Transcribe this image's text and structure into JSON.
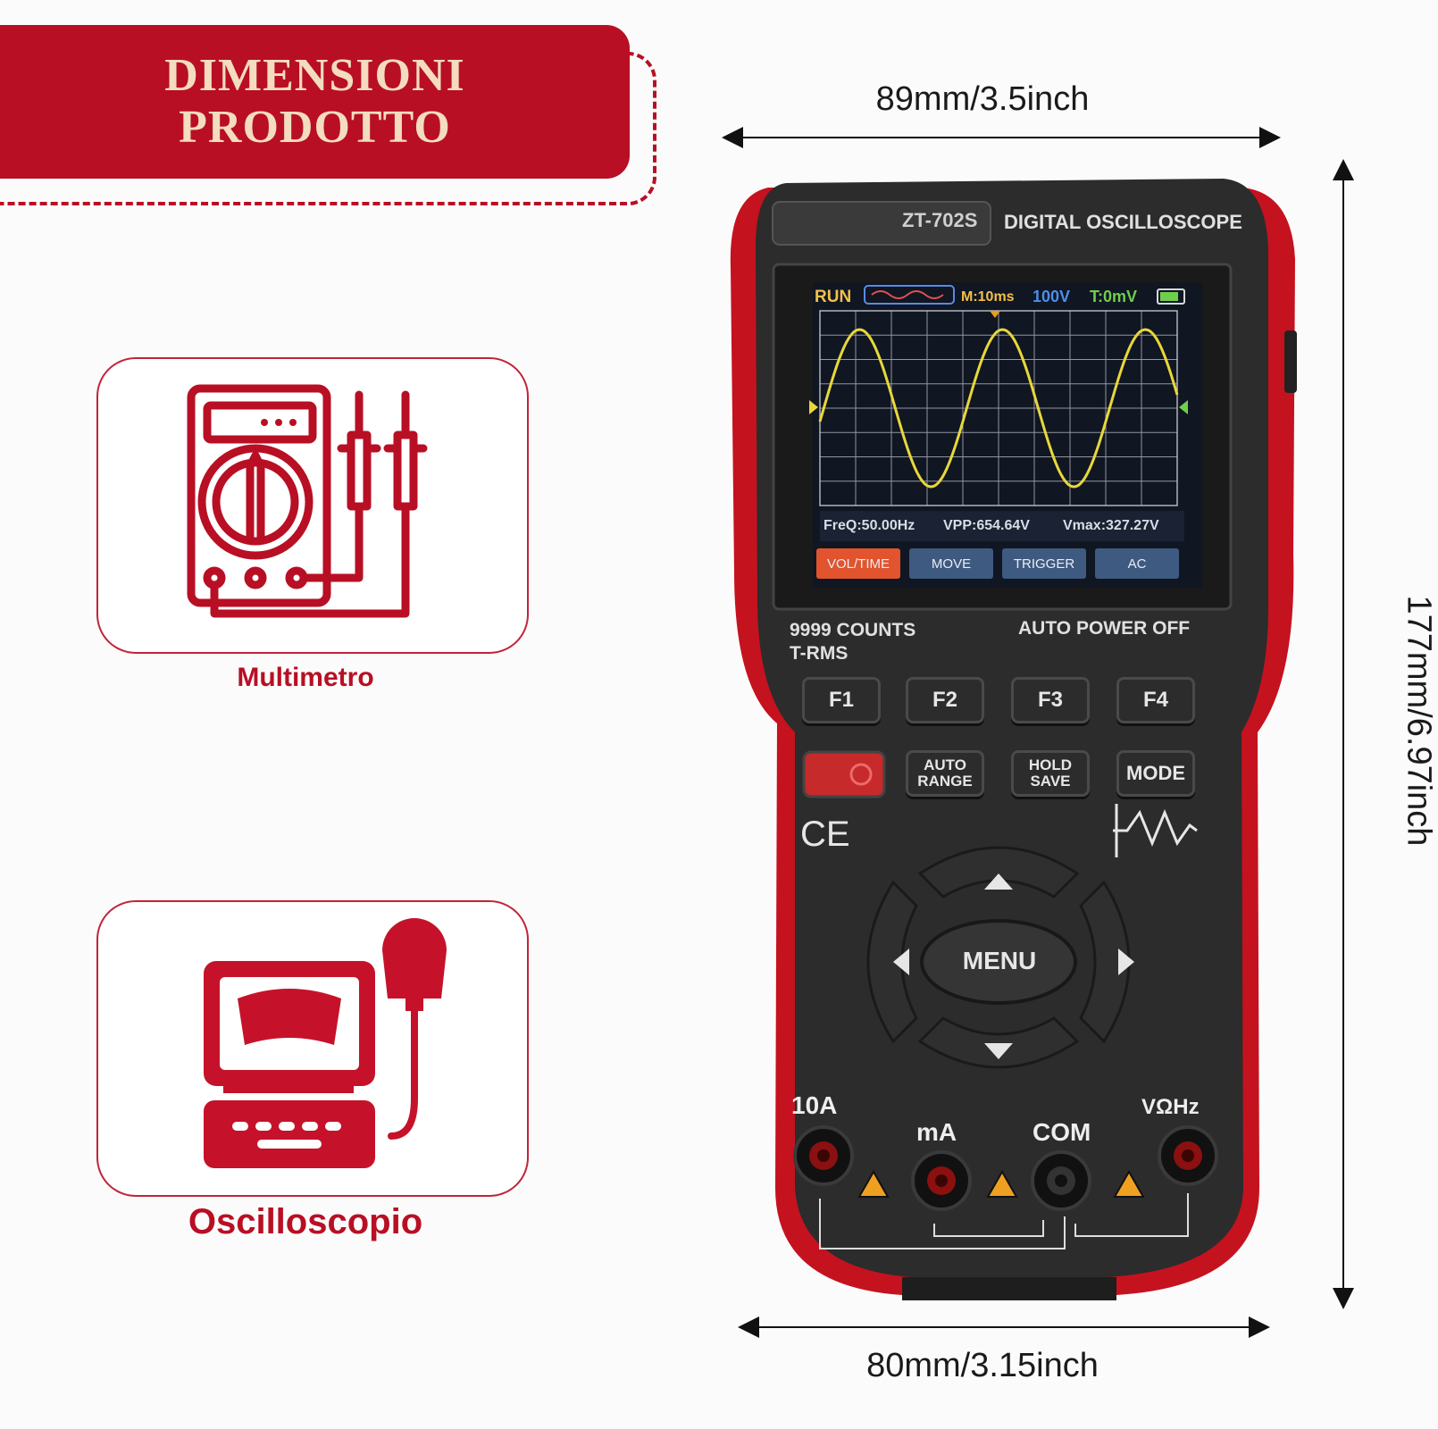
{
  "banner": {
    "line1": "DIMENSIONI",
    "line2": "PRODOTTO"
  },
  "cards": {
    "multimeter": {
      "label": "Multimetro",
      "icon": "multimeter-icon"
    },
    "oscilloscope": {
      "label": "Oscilloscopio",
      "icon": "oscilloscope-icon"
    }
  },
  "dimensions": {
    "top_width": "89mm/3.5inch",
    "bottom_width": "80mm/3.15inch",
    "height": "177mm/6.97inch"
  },
  "device": {
    "model": "ZT-702S",
    "title": "DIGITAL OSCILLOSCOPE",
    "screen": {
      "status": "RUN",
      "timebase": "M:10ms",
      "volts": "100V",
      "trigger": "T:0mV",
      "freq": "FreQ:50.00Hz",
      "vpp": "VPP:654.64V",
      "vmax": "Vmax:327.27V",
      "softkeys": [
        "VOL/TIME",
        "MOVE",
        "TRIGGER",
        "AC"
      ]
    },
    "counts": "9999 COUNTS",
    "trms": "T-RMS",
    "auto_power_off": "AUTO POWER OFF",
    "fkeys": [
      "F1",
      "F2",
      "F3",
      "F4"
    ],
    "auto_range": [
      "AUTO",
      "RANGE"
    ],
    "hold_save": [
      "HOLD",
      "SAVE"
    ],
    "mode": "MODE",
    "ce": "CE",
    "menu": "MENU",
    "terminals": {
      "a10": "10A",
      "ma": "mA",
      "com": "COM",
      "vohm": "VΩHz"
    },
    "colors": {
      "body_red": "#c5121f",
      "panel": "#2a2a2a",
      "trace": "#e8d83a",
      "softkey_active": "#e1542e"
    }
  }
}
